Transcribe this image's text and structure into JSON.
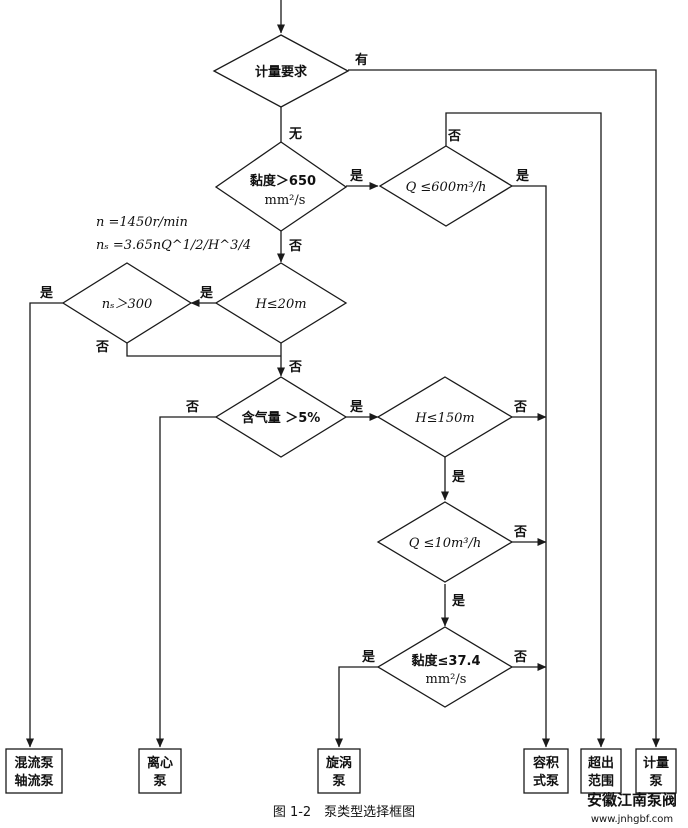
{
  "decisions": {
    "metering": {
      "label": "计量要求",
      "yes": "有",
      "no": "无"
    },
    "viscosity650": {
      "line1": "黏度＞650",
      "line2": "mm²/s",
      "yes": "是",
      "no": "否"
    },
    "flow600": {
      "label": "Q ≤600m³/h",
      "yes": "是",
      "no": "否"
    },
    "head20": {
      "label": "H≤20m",
      "yes": "是",
      "no": "否"
    },
    "ns300": {
      "label": "nₛ＞300",
      "yes": "是",
      "no": "否"
    },
    "gas5": {
      "label": "含气量 ＞5%",
      "yes": "是",
      "no": "否"
    },
    "head150": {
      "label": "H≤150m",
      "yes": "是",
      "no": "否"
    },
    "flow10": {
      "label": "Q ≤10m³/h",
      "yes": "是",
      "no": "否"
    },
    "viscosity374": {
      "line1": "黏度≤37.4",
      "line2": "mm²/s",
      "yes": "是",
      "no": "否"
    }
  },
  "formula": {
    "line1": "n =1450r/min",
    "line2": "nₛ =3.65nQ^1/2/H^3/4"
  },
  "results": {
    "mixed_axial": {
      "line1": "混流泵",
      "line2": "轴流泵"
    },
    "centrifugal": {
      "line1": "离心",
      "line2": "泵"
    },
    "vortex": {
      "line1": "旋涡",
      "line2": "泵"
    },
    "positive_disp": {
      "line1": "容积",
      "line2": "式泵"
    },
    "out_of_range": {
      "line1": "超出",
      "line2": "范围"
    },
    "metering_pump": {
      "line1": "计量",
      "line2": "泵"
    }
  },
  "caption": "图 1-2　泵类型选择框图",
  "watermark": {
    "line1": "安徽江南泵阀",
    "line2": "www.jnhgbf.com"
  }
}
